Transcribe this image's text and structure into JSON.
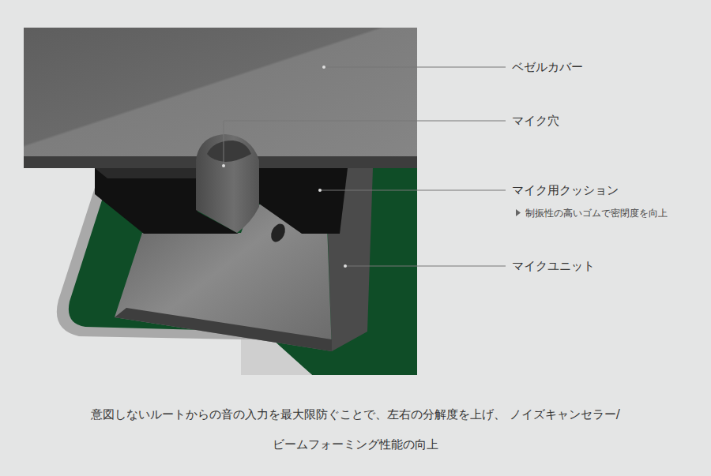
{
  "diagram": {
    "caption": "意図しないルートからの音の入力を最大限防ぐことで、左右の分解度を上げ、 ノイズキャンセラー/ビームフォーミング性能の向上",
    "labels": [
      "ベゼルカバー",
      "マイク穴",
      "マイク用クッション",
      "制振性の高いゴムで密閉度を向上",
      "マイクユニット"
    ]
  }
}
